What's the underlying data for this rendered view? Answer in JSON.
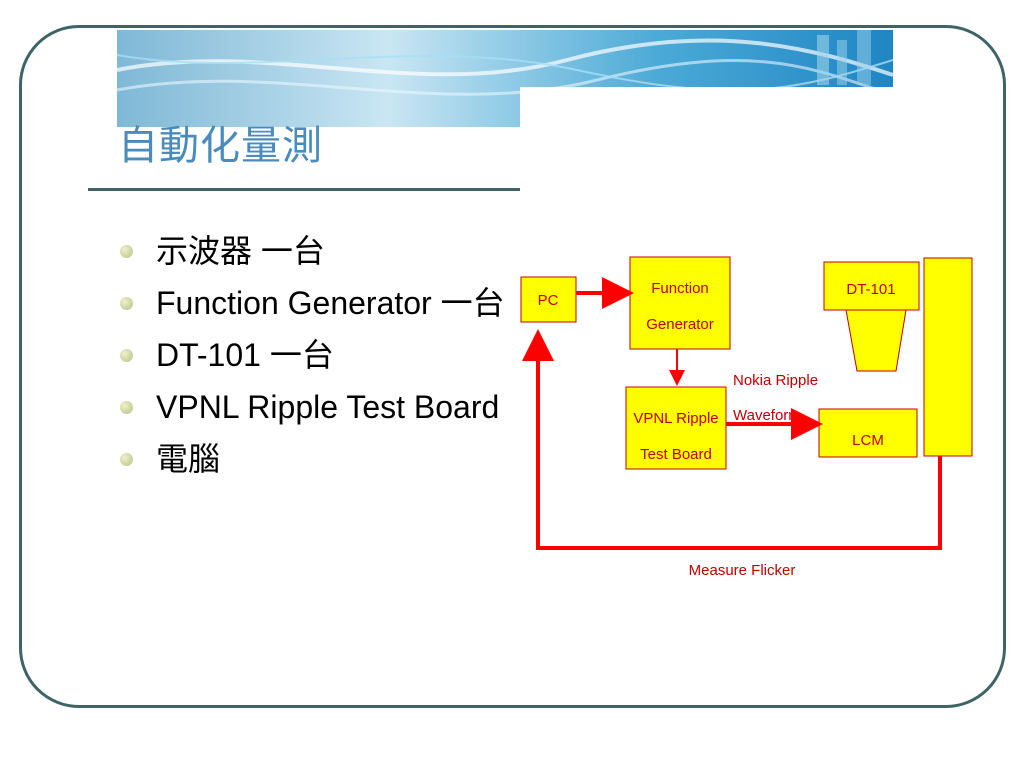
{
  "slide": {
    "title": "自動化量測",
    "bullets": [
      "示波器 一台",
      "Function Generator 一台",
      "DT-101 一台",
      "VPNL Ripple Test Board",
      "電腦"
    ]
  },
  "diagram": {
    "pc": "PC",
    "function_generator": [
      "Function",
      "Generator"
    ],
    "dt101": "DT-101",
    "vpnl_board": [
      "VPNL Ripple",
      "Test Board"
    ],
    "nokia_ripple": [
      "Nokia Ripple",
      "Waveform"
    ],
    "lcm": "LCM",
    "measure_flicker": "Measure Flicker",
    "colors": {
      "box_fill": "#ffff00",
      "box_stroke": "#c00000",
      "arrow": "#ff0000"
    }
  }
}
